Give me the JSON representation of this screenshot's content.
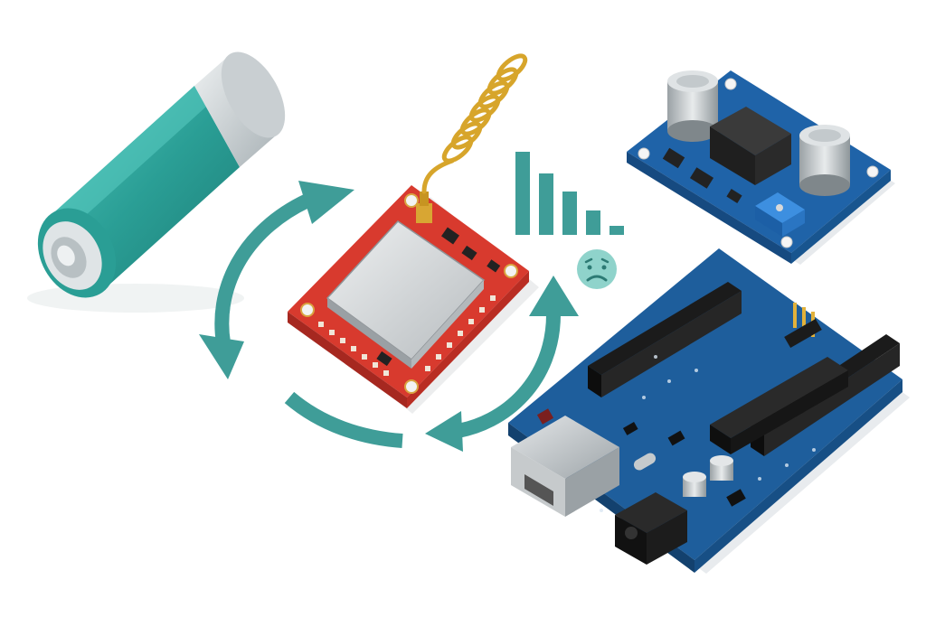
{
  "scene": {
    "background": "#ffffff",
    "accent_color": "#3f9d98",
    "components": [
      {
        "name": "battery",
        "icon": "battery-icon",
        "body_color": "#2fa39a",
        "cap_color": "#cfd5d7"
      },
      {
        "name": "gsm-module",
        "icon": "gsm-module-icon",
        "pcb_color": "#d83a2e",
        "shield_color": "#d3d6d8",
        "antenna_color": "#d7a52b"
      },
      {
        "name": "buck-converter",
        "icon": "voltage-regulator-icon",
        "pcb_color": "#1f63a8"
      },
      {
        "name": "arduino-board",
        "icon": "microcontroller-board-icon",
        "pcb_color": "#1e5e9c"
      }
    ],
    "indicators": [
      {
        "name": "weak-signal",
        "icon": "signal-bars-icon",
        "bars_filled": 5
      },
      {
        "name": "sad-face",
        "icon": "sad-face-icon"
      },
      {
        "name": "cycle",
        "icon": "cycle-arrows-icon"
      }
    ]
  }
}
